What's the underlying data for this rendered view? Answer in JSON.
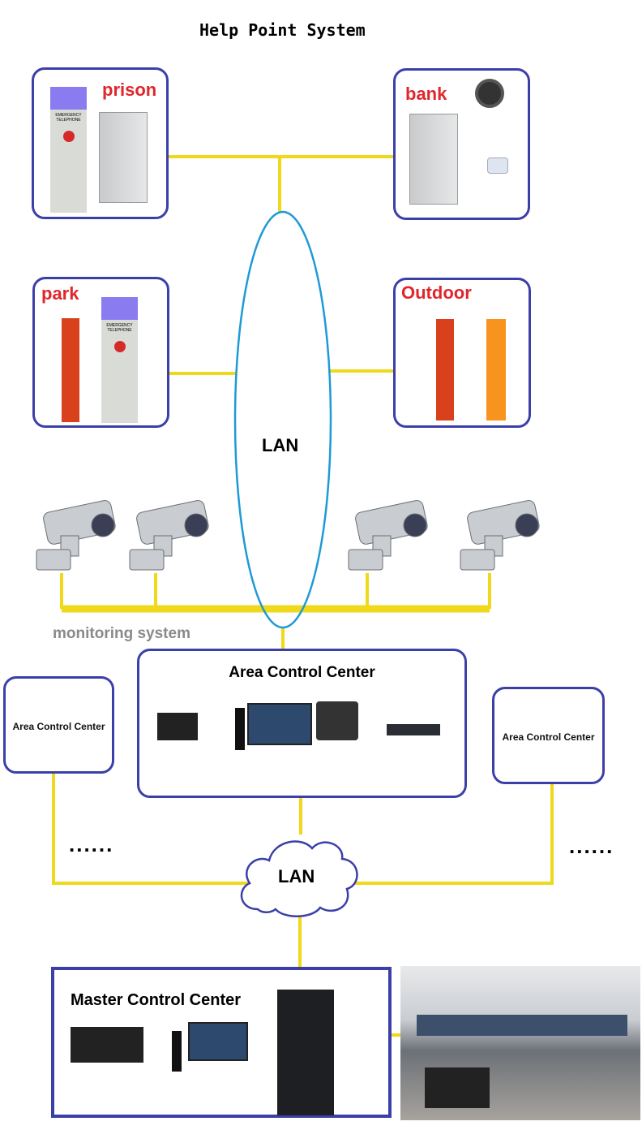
{
  "title": "Help Point System",
  "sites": {
    "prison": "prison",
    "bank": "bank",
    "park": "park",
    "outdoor": "Outdoor"
  },
  "device_text": "EMERGENCY TELEPHONE",
  "lan_label": "LAN",
  "monitoring_label": "monitoring system",
  "area_center_label": "Area Control Center",
  "area_left_label": "Area Control Center",
  "area_right_label": "Area Control Center",
  "cloud_label": "LAN",
  "ellipsis_left": "......",
  "ellipsis_right": "......",
  "master_label": "Master Control Center",
  "colors": {
    "box_border": "#3b3fa8",
    "link": "#f0d81a",
    "lan_ellipse": "#1e9ad6",
    "site_label": "#e0262b"
  }
}
